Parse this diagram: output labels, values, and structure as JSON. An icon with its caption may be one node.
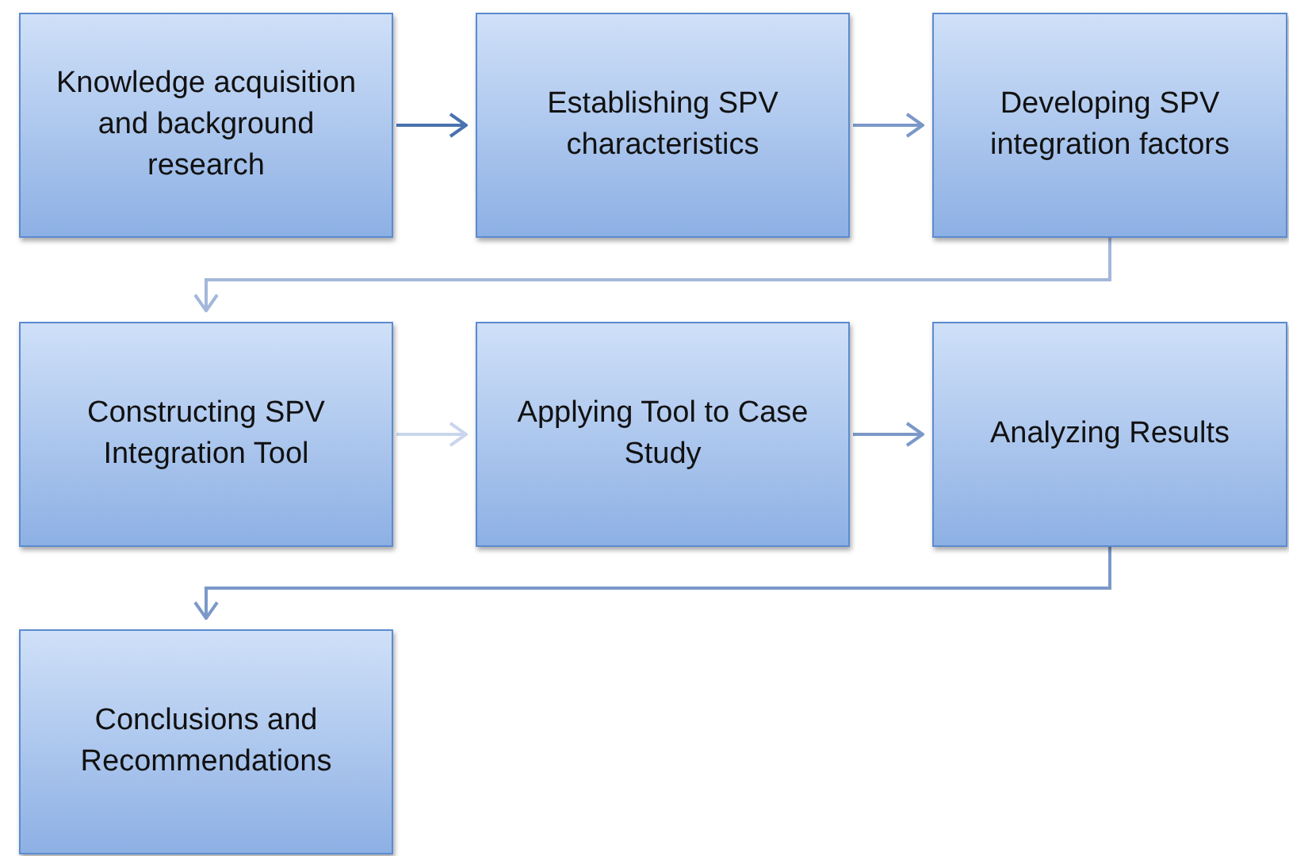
{
  "diagram": {
    "nodes": [
      {
        "text": [
          "Knowledge acquisition and background research"
        ]
      },
      {
        "text": [
          "Establishing SPV characteristics"
        ]
      },
      {
        "text": [
          "Developing SPV integration factors"
        ]
      },
      {
        "text": [
          "Constructing SPV Integration Tool"
        ]
      },
      {
        "text": [
          "Applying Tool to Case Study"
        ]
      },
      {
        "text": [
          "Analyzing Results"
        ]
      },
      {
        "text": [
          "Conclusions and Recommendations"
        ]
      }
    ],
    "edges": [
      {
        "from": 0,
        "to": 1,
        "arrow": "to",
        "color": "#4a72b0"
      },
      {
        "from": 1,
        "to": 2,
        "arrow": "to"
      },
      {
        "from": 2,
        "to": 3,
        "arrow": "to",
        "color": "#a3b7da"
      },
      {
        "from": 3,
        "to": 4,
        "arrow": "to",
        "color": "#c9d6ec"
      },
      {
        "from": 4,
        "to": 5,
        "arrow": "to"
      },
      {
        "from": 5,
        "to": 6,
        "arrow": "to"
      }
    ]
  }
}
